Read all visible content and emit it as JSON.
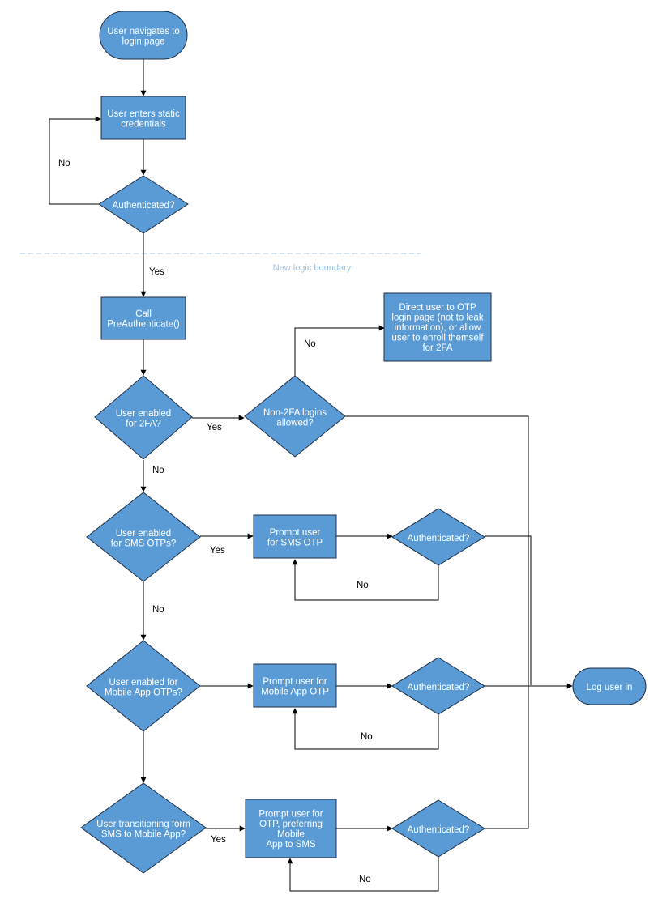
{
  "nodes": {
    "start": [
      "User navigates to",
      "login page"
    ],
    "enter_creds": [
      "User enters static",
      "credentials"
    ],
    "auth1": [
      "Authenticated?"
    ],
    "preauth": [
      "Call",
      "PreAuthenticate()"
    ],
    "otp_page": [
      "Direct user to OTP",
      "login page (not to leak",
      "information), or allow",
      "user to enroll themself",
      "for 2FA"
    ],
    "enabled_2fa": [
      "User enabled",
      "for 2FA?"
    ],
    "non2fa": [
      "Non-2FA logins",
      "allowed?"
    ],
    "enabled_sms": [
      "User enabled",
      "for SMS OTPs?"
    ],
    "prompt_sms": [
      "Prompt user",
      "for SMS OTP"
    ],
    "auth_sms": [
      "Authenticated?"
    ],
    "enabled_app": [
      "User enabled for",
      "Mobile App OTPs?"
    ],
    "prompt_app": [
      "Prompt user for",
      "Mobile App OTP"
    ],
    "auth_app": [
      "Authenticated?"
    ],
    "transition": [
      "User transitioning form",
      "SMS to Mobile App?"
    ],
    "prompt_pref": [
      "Prompt user for",
      "OTP, preferring",
      "Mobile",
      "App to SMS"
    ],
    "auth_pref": [
      "Authenticated?"
    ],
    "login": [
      "Log user in"
    ]
  },
  "edges": {
    "no_loop": "No",
    "yes_preauth": "Yes",
    "no_otp": "No",
    "yes_2fa": "Yes",
    "no_2fa": "No",
    "yes_sms": "Yes",
    "no_sms_loop": "No",
    "no_sms": "No",
    "no_app_loop": "No",
    "yes_transition": "Yes",
    "no_pref_loop": "No"
  },
  "boundary_label": "New logic boundary",
  "colors": {
    "node_fill": "#5b9bd5",
    "node_stroke": "#1f2f45",
    "boundary": "#9cc3e6"
  }
}
